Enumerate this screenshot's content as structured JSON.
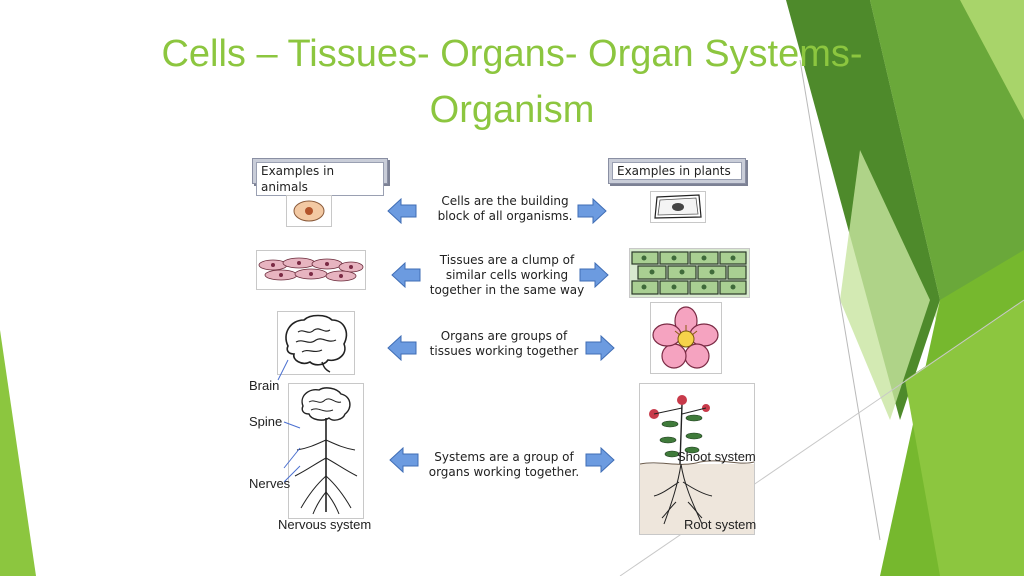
{
  "slide": {
    "title_line1": "Cells – Tissues- Organs- Organ Systems-",
    "title_line2": "Organism",
    "accent_color": "#8cc63f"
  },
  "headers": {
    "animals": "Examples in animals",
    "plants": "Examples in plants"
  },
  "levels": {
    "cells": {
      "line1": "Cells are the building",
      "line2": "block of all organisms."
    },
    "tissues": {
      "line1": "Tissues are a clump of",
      "line2": "similar cells working",
      "line3": "together in the same way"
    },
    "organs": {
      "line1": "Organs are groups of",
      "line2": "tissues working together"
    },
    "systems": {
      "line1": "Systems are a group of",
      "line2": "organs working together."
    }
  },
  "labels": {
    "brain": "Brain",
    "spine": "Spine",
    "nerves": "Nerves",
    "nervous_system": "Nervous system",
    "shoot_system": "Shoot system",
    "root_system": "Root system"
  },
  "icons": {
    "arrow": "arrow-icon"
  }
}
